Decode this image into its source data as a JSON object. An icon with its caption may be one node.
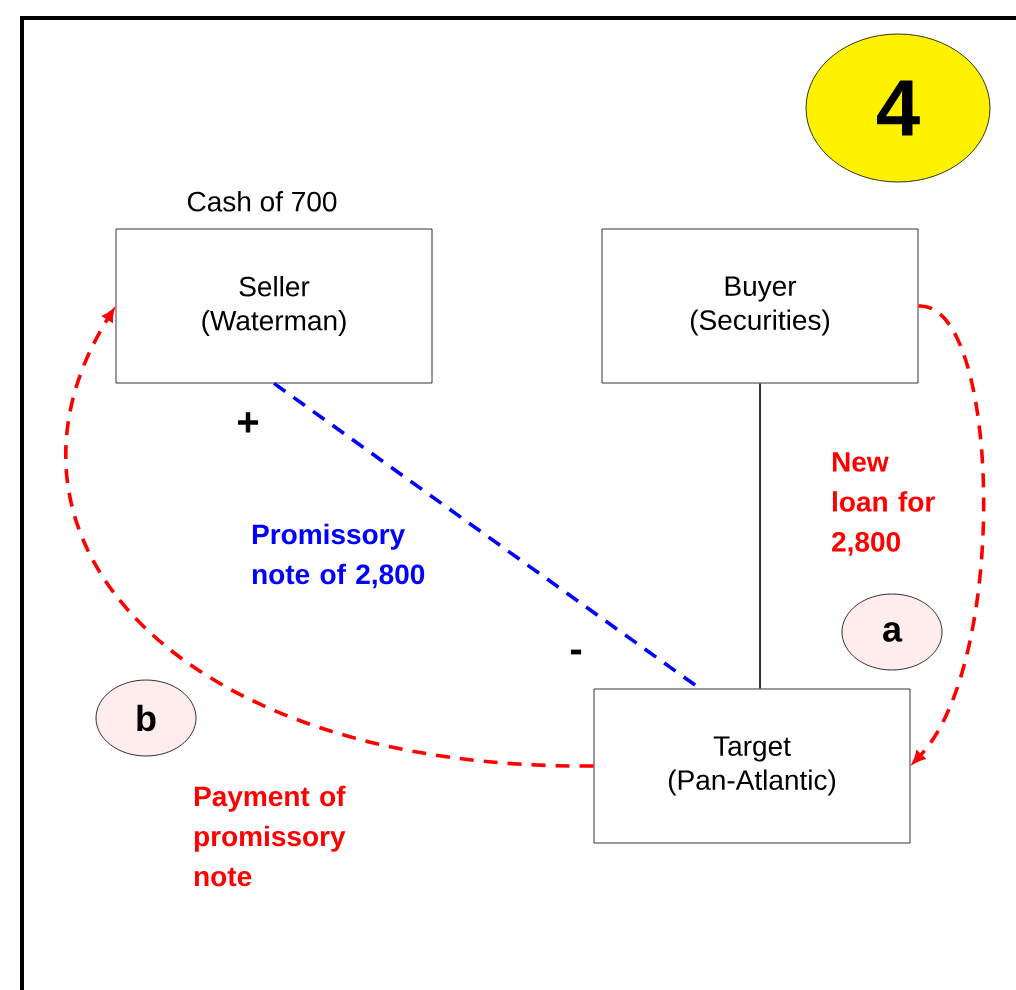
{
  "diagram": {
    "nodes": [
      {
        "text": [
          "Seller",
          "(Waterman)"
        ],
        "beside": [
          "Cash of 700"
        ]
      },
      {
        "text": [
          "Buyer",
          "(Securities)"
        ]
      },
      {
        "text": [
          "Target",
          "(Pan-Atlantic)"
        ]
      },
      {
        "text": [
          "4"
        ]
      },
      {
        "text": [
          "a"
        ]
      },
      {
        "text": [
          "b"
        ]
      }
    ],
    "edges": [
      {
        "from": 1,
        "to": 2,
        "arrow": "none",
        "color": "#000000"
      },
      {
        "from": 0,
        "to": 2,
        "arrow": "none",
        "style": "dashed",
        "color": "#0000ff",
        "label": "Promissory note of 2,800"
      },
      {
        "from": 1,
        "to": 2,
        "arrow": "to",
        "style": "dashed",
        "color": "#ff0000",
        "label": "New loan for 2,800"
      },
      {
        "from": 2,
        "to": 0,
        "arrow": "to",
        "style": "dashed",
        "color": "#ff0000",
        "label": "Payment of promissory note"
      }
    ],
    "labels": [
      "+",
      "-"
    ]
  }
}
